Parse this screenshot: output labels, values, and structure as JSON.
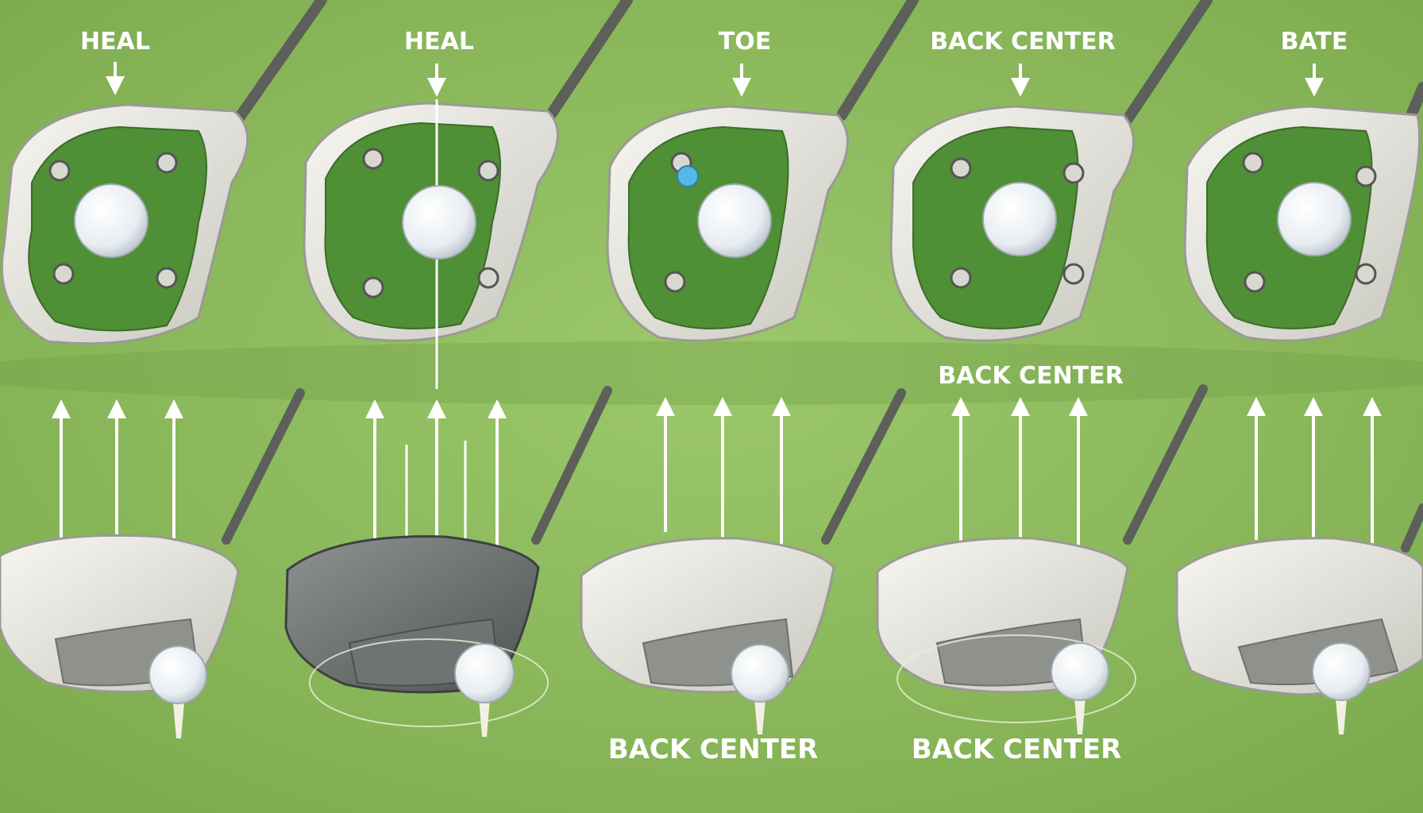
{
  "palette": {
    "turf": "#8dbb5e",
    "turf_dark": "#5f9a3c",
    "face_green": "#4f8f36",
    "club_white": "#ecebe4",
    "club_edge": "#9a9a92",
    "label_white": "#ffffff"
  },
  "panels": [
    {
      "top_label": "HEAL",
      "sole_label": "",
      "bottom_label": ""
    },
    {
      "top_label": "HEAL",
      "sole_label": "",
      "bottom_label": ""
    },
    {
      "top_label": "TOE",
      "sole_label": "",
      "bottom_label": "BACK CENTER"
    },
    {
      "top_label": "BACK CENTER",
      "sole_label": "BACK CENTER",
      "bottom_label": "BACK CENTER"
    },
    {
      "top_label": "BATE",
      "sole_label": "",
      "bottom_label": ""
    }
  ],
  "icons": {
    "arrow": "up-arrow-icon",
    "down_arrow": "down-arrow-icon",
    "ball": "golf-ball-icon",
    "tee": "golf-tee-icon",
    "club": "driver-club-icon"
  }
}
